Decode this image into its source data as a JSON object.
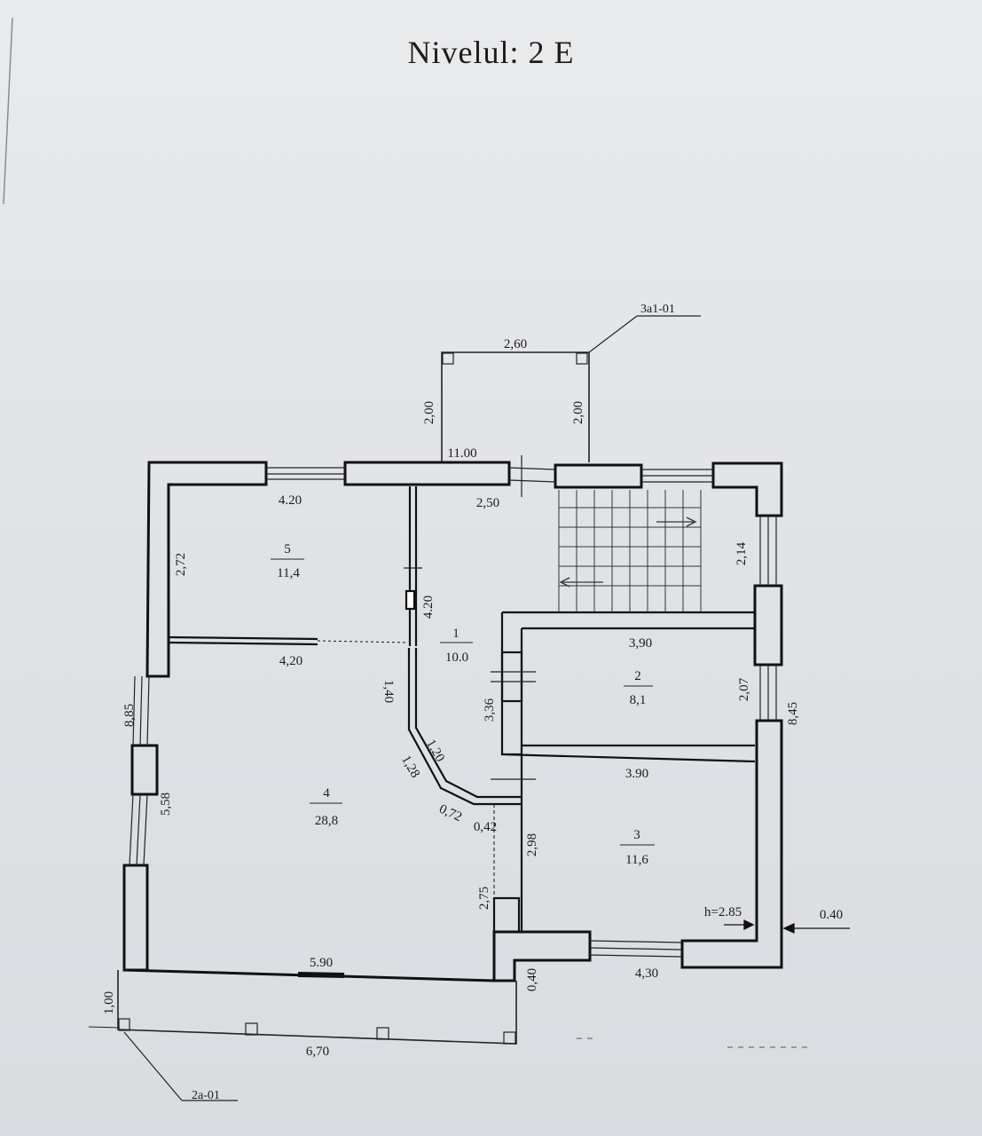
{
  "title": "Nivelul: 2 E",
  "refs": {
    "top": "3a1-01",
    "bottom": "2a-01"
  },
  "rooms": {
    "r1": {
      "num": "1",
      "area": "10.0"
    },
    "r2": {
      "num": "2",
      "area": "8,1"
    },
    "r3": {
      "num": "3",
      "area": "11,6"
    },
    "r4": {
      "num": "4",
      "area": "28,8"
    },
    "r5": {
      "num": "5",
      "area": "11,4"
    }
  },
  "dims": {
    "d_260": "2,60",
    "d_200_left": "2,00",
    "d_200_right": "2,00",
    "d_1100": "11.00",
    "d_420_top": "4.20",
    "d_250": "2,50",
    "d_272": "2,72",
    "d_420_vert": "4.20",
    "d_214": "2,14",
    "d_390_top": "3,90",
    "d_420_mid": "4,20",
    "d_885": "8,85",
    "d_140": "1,40",
    "d_336": "3,36",
    "d_207": "2,07",
    "d_845": "8,45",
    "d_120": "1,20",
    "d_128": "1,28",
    "d_390_bot": "3.90",
    "d_558": "5,58",
    "d_072": "0,72",
    "d_042": "0,42",
    "d_298": "2,98",
    "d_275": "2,75",
    "d_h285": "h=2.85",
    "d_040_right": "0.40",
    "d_590": "5.90",
    "d_040_bot": "0,40",
    "d_430": "4,30",
    "d_100": "1,00",
    "d_670": "6,70"
  }
}
